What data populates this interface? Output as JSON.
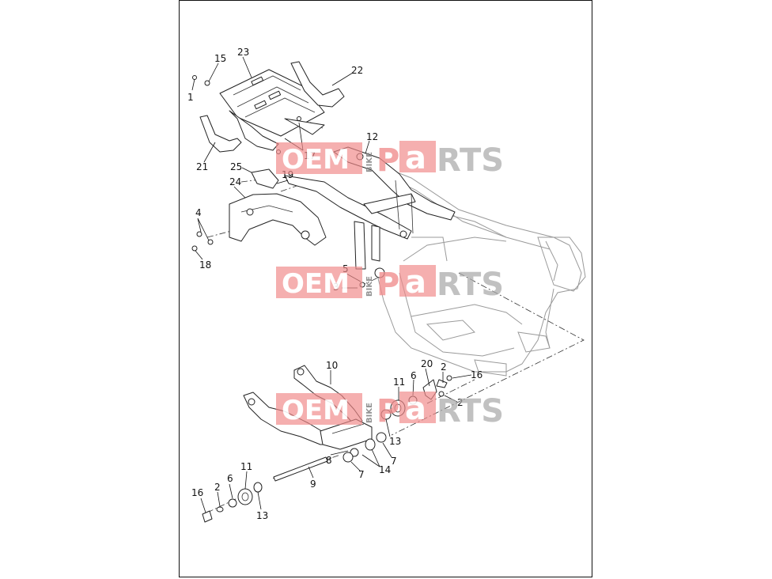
{
  "callouts": {
    "c1": "1",
    "c15": "15",
    "c23": "23",
    "c22": "22",
    "c21": "21",
    "c17": "17",
    "c12": "12",
    "c25": "25",
    "c19": "19",
    "c24": "24",
    "c4": "4",
    "c18": "18",
    "c5": "5",
    "c3": "3",
    "c10": "10",
    "c20": "20",
    "c6a": "6",
    "c2a": "2",
    "c16a": "16",
    "c11a": "11",
    "c2b": "2",
    "c13a": "13",
    "c7a": "7",
    "c8": "8",
    "c14": "14",
    "c7b": "7",
    "c9": "9",
    "c11b": "11",
    "c6b": "6",
    "c2c": "2",
    "c16b": "16",
    "c13b": "13"
  },
  "watermark": {
    "oem": "OEM",
    "bike": "BIKE",
    "p": "P",
    "a": "a",
    "rts": "RTS",
    "brand_color": "#f08a8a"
  }
}
